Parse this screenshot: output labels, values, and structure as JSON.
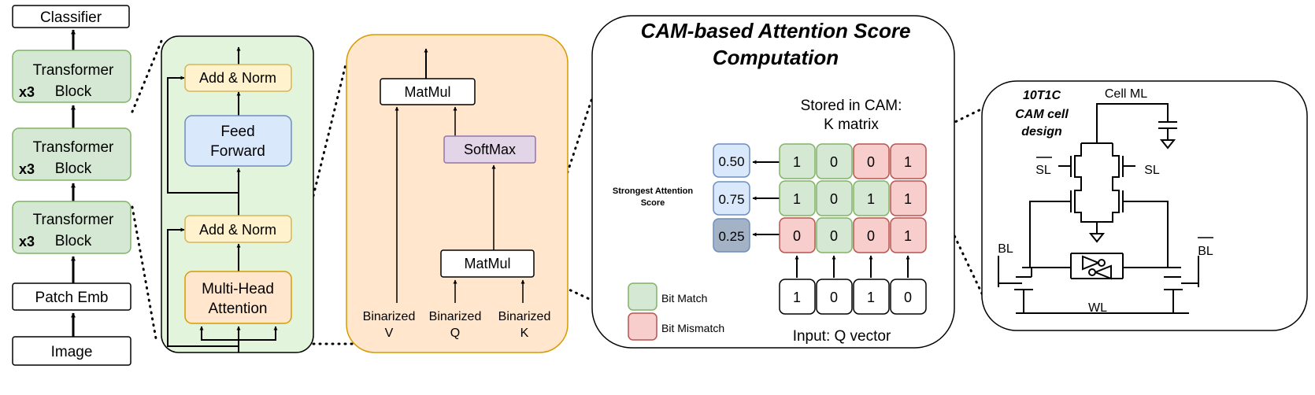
{
  "pipeline": {
    "classifier": "Classifier",
    "block_l1": "Transformer",
    "block_l2": "Block",
    "repeat": "x3",
    "patch_emb": "Patch Emb",
    "image": "Image"
  },
  "encoder": {
    "add_norm_top": "Add & Norm",
    "ff_l1": "Feed",
    "ff_l2": "Forward",
    "add_norm_bottom": "Add & Norm",
    "mha_l1": "Multi-Head",
    "mha_l2": "Attention"
  },
  "attention": {
    "matmul_top": "MatMul",
    "softmax": "SoftMax",
    "matmul_bottom": "MatMul",
    "input_l1": "Binarized",
    "input_v": "V",
    "input_q": "Q",
    "input_k": "K"
  },
  "cam": {
    "title_l1": "CAM-based Attention Score",
    "title_l2": "Computation",
    "stored_l1": "Stored in CAM:",
    "stored_l2": "K matrix",
    "strongest_l1": "Strongest Attention",
    "strongest_l2": "Score",
    "scores": [
      "0.50",
      "0.75",
      "0.25"
    ],
    "k_matrix": [
      [
        "1",
        "0",
        "0",
        "1"
      ],
      [
        "1",
        "0",
        "1",
        "1"
      ],
      [
        "0",
        "0",
        "0",
        "1"
      ]
    ],
    "q_vector": [
      "1",
      "0",
      "1",
      "0"
    ],
    "input_label": "Input: Q vector",
    "legend_match": "Bit Match",
    "legend_mismatch": "Bit Mismatch"
  },
  "cell": {
    "title_l1": "10T1C",
    "title_l2": "CAM cell",
    "title_l3": "design",
    "cell_ml": "Cell ML",
    "sl_bar": "SL",
    "sl": "SL",
    "bl": "BL",
    "bl_bar": "BL",
    "wl": "WL"
  },
  "colors": {
    "green_fill": "#d5e8d4",
    "green_stroke": "#82b366",
    "red_fill": "#f8cecc",
    "red_stroke": "#b85450",
    "yellow_fill": "#fff2cc",
    "yellow_stroke": "#d6b656",
    "blue_fill": "#dae8fc",
    "blue_stroke": "#6c8ebf",
    "purple_fill": "#e1d5e7",
    "purple_stroke": "#9673a6",
    "orange_fill": "#ffe6cc",
    "orange_stroke": "#d79b00",
    "encoder_bg": "#e2f4dc",
    "score_dark": "#a3b2c4"
  }
}
